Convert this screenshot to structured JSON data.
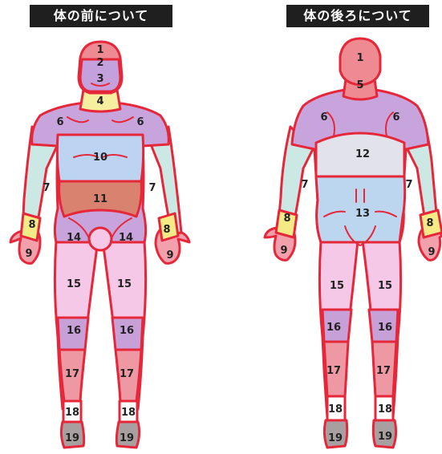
{
  "titles": {
    "front": "体の前について",
    "back": "体の後ろについて"
  },
  "front_regions": [
    {
      "id": "f1",
      "label": "1"
    },
    {
      "id": "f2",
      "label": "2"
    },
    {
      "id": "f3",
      "label": "3"
    },
    {
      "id": "f4",
      "label": "4"
    },
    {
      "id": "f6l",
      "label": "6"
    },
    {
      "id": "f6r",
      "label": "6"
    },
    {
      "id": "f10",
      "label": "10"
    },
    {
      "id": "f7l",
      "label": "7"
    },
    {
      "id": "f7r",
      "label": "7"
    },
    {
      "id": "f11",
      "label": "11"
    },
    {
      "id": "f8l",
      "label": "8"
    },
    {
      "id": "f8r",
      "label": "8"
    },
    {
      "id": "f14l",
      "label": "14"
    },
    {
      "id": "f14r",
      "label": "14"
    },
    {
      "id": "f9l",
      "label": "9"
    },
    {
      "id": "f9r",
      "label": "9"
    },
    {
      "id": "f15l",
      "label": "15"
    },
    {
      "id": "f15r",
      "label": "15"
    },
    {
      "id": "f16l",
      "label": "16"
    },
    {
      "id": "f16r",
      "label": "16"
    },
    {
      "id": "f17l",
      "label": "17"
    },
    {
      "id": "f17r",
      "label": "17"
    },
    {
      "id": "f18l",
      "label": "18"
    },
    {
      "id": "f18r",
      "label": "18"
    },
    {
      "id": "f19l",
      "label": "19"
    },
    {
      "id": "f19r",
      "label": "19"
    }
  ],
  "back_regions": [
    {
      "id": "b1",
      "label": "1"
    },
    {
      "id": "b5",
      "label": "5"
    },
    {
      "id": "b6l",
      "label": "6"
    },
    {
      "id": "b6r",
      "label": "6"
    },
    {
      "id": "b12",
      "label": "12"
    },
    {
      "id": "b7l",
      "label": "7"
    },
    {
      "id": "b7r",
      "label": "7"
    },
    {
      "id": "b13",
      "label": "13"
    },
    {
      "id": "b8l",
      "label": "8"
    },
    {
      "id": "b8r",
      "label": "8"
    },
    {
      "id": "b9l",
      "label": "9"
    },
    {
      "id": "b9r",
      "label": "9"
    },
    {
      "id": "b15l",
      "label": "15"
    },
    {
      "id": "b15r",
      "label": "15"
    },
    {
      "id": "b16l",
      "label": "16"
    },
    {
      "id": "b16r",
      "label": "16"
    },
    {
      "id": "b17l",
      "label": "17"
    },
    {
      "id": "b17r",
      "label": "17"
    },
    {
      "id": "b18l",
      "label": "18"
    },
    {
      "id": "b18r",
      "label": "18"
    },
    {
      "id": "b19l",
      "label": "19"
    },
    {
      "id": "b19r",
      "label": "19"
    }
  ],
  "colors": {
    "outline": "#e6273a",
    "head": "#ee8a92",
    "face": "#c4a0dc",
    "neck": "#f6efa0",
    "shoulder": "#c8a4dc",
    "chest": "#bcd4f2",
    "upper_arm": "#cce8e4",
    "abdomen": "#d9826f",
    "wrist": "#f4ea86",
    "hand": "#f2a0ac",
    "thigh": "#f4c8e6",
    "knee": "#c8a0d8",
    "shin": "#ee98a4",
    "ankle": "#ffffff",
    "foot": "#a8a0a0",
    "back_upper": "#e2e2ea",
    "lower_back": "#bcd6f0"
  }
}
